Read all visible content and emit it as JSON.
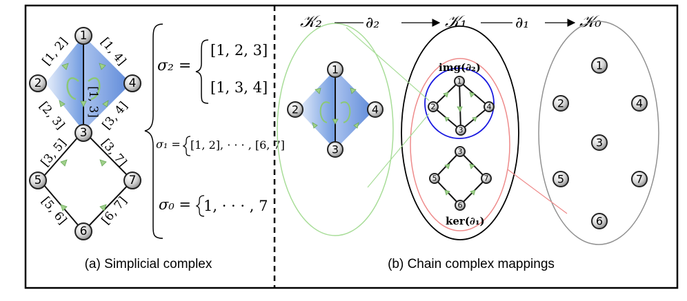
{
  "colors": {
    "triangle_fill": "#6f9ae0",
    "arrow_green": "#8bc877",
    "img_circle": "#1a1ae0",
    "ker_circle": "#ee8a8a",
    "k2_ellipse": "#a8dd98",
    "k1_ellipse": "#000000",
    "k0_ellipse": "#909090"
  },
  "panel_a": {
    "caption": "(a) Simplicial complex",
    "nodes": [
      "1",
      "2",
      "3",
      "4",
      "5",
      "6",
      "7"
    ],
    "edge_labels": [
      "[1, 2]",
      "[1, 4]",
      "[1, 3]",
      "[2, 3]",
      "[3, 4]",
      "[3, 5]",
      "[3, 7]",
      "[5, 6]",
      "[6, 7]"
    ],
    "sigma2_lhs": "σ₂ =",
    "sigma2_items": [
      "[1, 2, 3]",
      "[1, 3, 4]"
    ],
    "sigma1_lhs": "σ₁ =",
    "sigma1_items": "[1, 2], · · · , [6, 7]",
    "sigma0_lhs": "σ₀ =",
    "sigma0_items": "1, · · · , 7"
  },
  "panel_b": {
    "caption": "(b) Chain complex mappings",
    "k2": "𝒦₂",
    "d2": "∂₂",
    "k1": "𝒦₁",
    "d1": "∂₁",
    "k0": "𝒦₀",
    "img_label": "img(∂₂)",
    "ker_label": "ker(∂₁)",
    "k2_nodes": [
      "1",
      "2",
      "3",
      "4"
    ],
    "img_nodes": [
      "1",
      "2",
      "3",
      "4"
    ],
    "ker_nodes": [
      "3",
      "5",
      "6",
      "7"
    ],
    "k0_nodes": [
      "1",
      "2",
      "3",
      "4",
      "5",
      "6",
      "7"
    ]
  }
}
